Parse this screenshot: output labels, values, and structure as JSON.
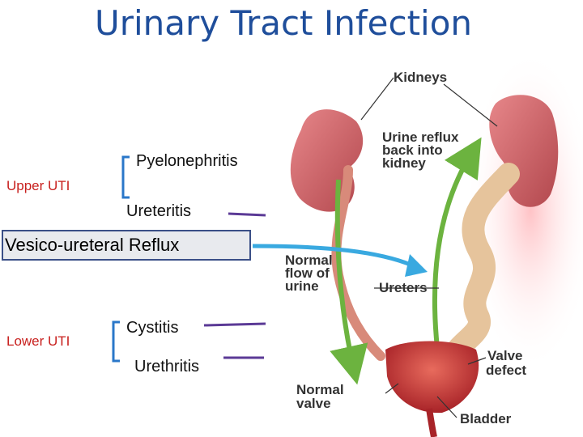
{
  "title": "Urinary Tract Infection",
  "upper_uti": {
    "label": "Upper UTI",
    "items": [
      "Pyelonephritis",
      "Ureteritis"
    ]
  },
  "reflux_box": "Vesico-ureteral Reflux",
  "lower_uti": {
    "label": "Lower UTI",
    "items": [
      "Cystitis",
      "Urethritis"
    ]
  },
  "illustration": {
    "kidneys": "Kidneys",
    "urine_reflux": [
      "Urine reflux",
      "back into",
      "kidney"
    ],
    "normal_flow": [
      "Normal",
      "flow of",
      "urine"
    ],
    "ureters": "Ureters",
    "valve_defect": [
      "Valve",
      "defect"
    ],
    "normal_valve": [
      "Normal",
      "valve"
    ],
    "bladder": "Bladder"
  },
  "colors": {
    "title": "#1f4e9b",
    "category_label": "#c8201e",
    "bracket": "#2a77c9",
    "connector": "#5b3a96",
    "reflux_arrow": "#39a9e0",
    "kidney": "#c85a5f",
    "ureter_healthy": "#d88a7a",
    "ureter_dilated": "#e6c49c",
    "flow_arrow": "#6cb33f",
    "bladder": "#c2383a"
  }
}
